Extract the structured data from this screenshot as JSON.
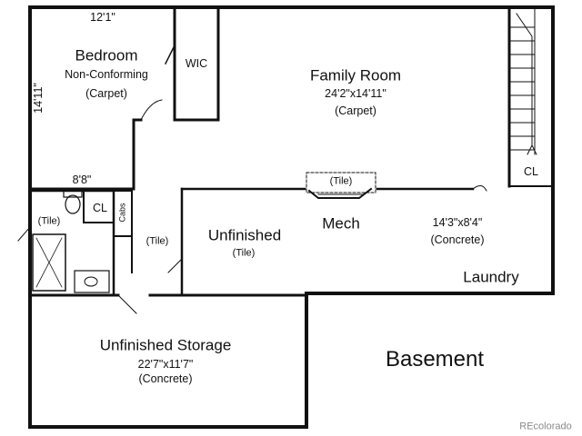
{
  "rooms": {
    "bedroom": {
      "name": "Bedroom",
      "note": "Non-Conforming",
      "floor": "(Carpet)",
      "width_dim": "12'1\"",
      "height_dim": "14'11\""
    },
    "wic": {
      "name": "WIC"
    },
    "family_room": {
      "name": "Family Room",
      "dims": "24'2\"x14'11\"",
      "floor": "(Carpet)"
    },
    "closet_right": {
      "name": "CL"
    },
    "closet_bath": {
      "name": "CL"
    },
    "cabs": {
      "name": "Cabs"
    },
    "hall_width": {
      "dim": "8'8\""
    },
    "bath": {
      "floor": "(Tile)"
    },
    "hall": {
      "floor": "(Tile)"
    },
    "unfinished": {
      "name": "Unfinished",
      "floor": "(Tile)"
    },
    "mech": {
      "name": "Mech",
      "floor": "(Tile)"
    },
    "concrete_area": {
      "dims": "14'3\"x8'4\"",
      "floor": "(Concrete)"
    },
    "laundry": {
      "name": "Laundry"
    },
    "storage": {
      "name": "Unfinished Storage",
      "dims": "22'7\"x11'7\"",
      "floor": "(Concrete)"
    }
  },
  "level_title": "Basement",
  "watermark": "REcolorado"
}
